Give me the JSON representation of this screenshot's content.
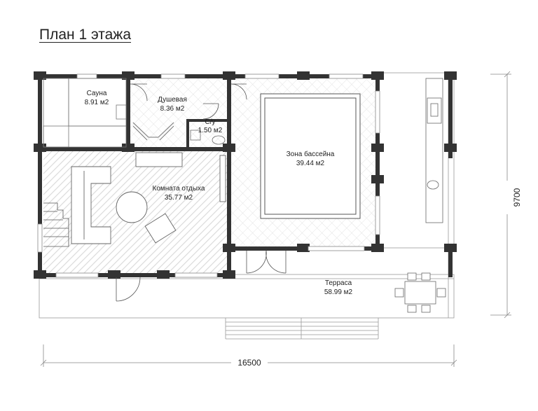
{
  "title": "План 1 этажа",
  "rooms": [
    {
      "name": "Сауна",
      "area": "8.91 м2"
    },
    {
      "name": "Душевая",
      "area": "8.36 м2"
    },
    {
      "name": "С/у",
      "area": "1.50 м2"
    },
    {
      "name": "Зона бассейна",
      "area": "39.44 м2"
    },
    {
      "name": "Комната отдыха",
      "area": "35.77 м2"
    },
    {
      "name": "Терраса",
      "area": "58.99 м2"
    }
  ],
  "dimensions": {
    "width": "16500",
    "height": "9700"
  },
  "colors": {
    "wall": "#333333",
    "hatch": "#dddddd",
    "line": "#999999"
  }
}
